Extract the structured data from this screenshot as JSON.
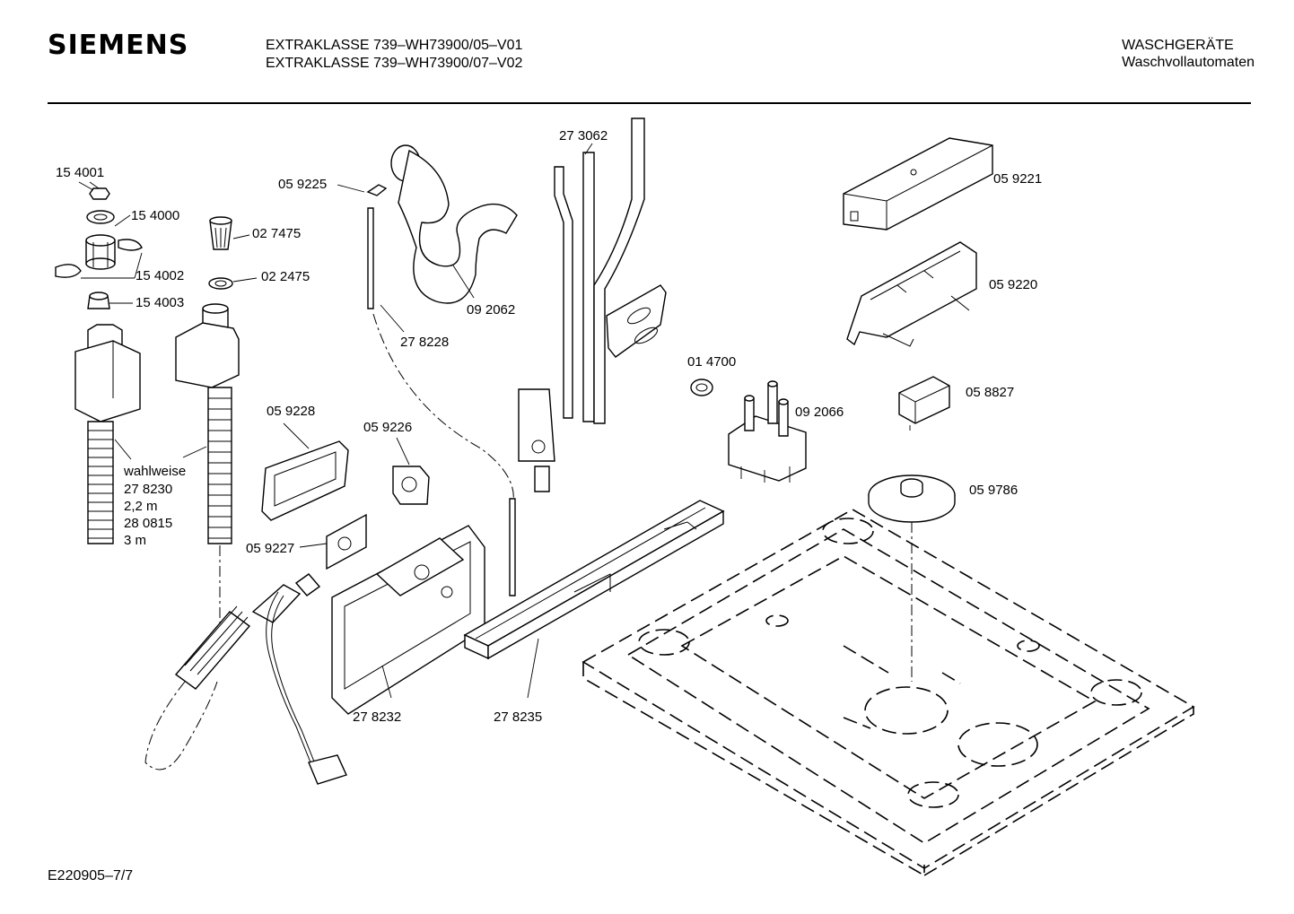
{
  "header": {
    "brand": "SIEMENS",
    "model_line1": "EXTRAKLASSE 739–WH73900/05–V01",
    "model_line2": "EXTRAKLASSE 739–WH73900/07–V02",
    "category_line1": "WASCHGERÄTE",
    "category_line2": "Waschvollautomaten"
  },
  "footer": {
    "code": "E220905–7/7"
  },
  "parts": [
    {
      "id": "p154001",
      "label": "15 4001"
    },
    {
      "id": "p154000",
      "label": "15 4000"
    },
    {
      "id": "p154002",
      "label": "15 4002"
    },
    {
      "id": "p154003",
      "label": "15 4003"
    },
    {
      "id": "p027475",
      "label": "02 7475"
    },
    {
      "id": "p022475",
      "label": "02 2475"
    },
    {
      "id": "p059225",
      "label": "05 9225"
    },
    {
      "id": "p278228",
      "label": "27 8228"
    },
    {
      "id": "p092062",
      "label": "09 2062"
    },
    {
      "id": "p273062",
      "label": "27 3062"
    },
    {
      "id": "p059221",
      "label": "05 9221"
    },
    {
      "id": "p059220",
      "label": "05 9220"
    },
    {
      "id": "p014700",
      "label": "01 4700"
    },
    {
      "id": "p092066",
      "label": "09 2066"
    },
    {
      "id": "p058827",
      "label": "05 8827"
    },
    {
      "id": "p059786",
      "label": "05 9786"
    },
    {
      "id": "p059228",
      "label": "05 9228"
    },
    {
      "id": "p059226",
      "label": "05 9226"
    },
    {
      "id": "p059227",
      "label": "05 9227"
    },
    {
      "id": "p278232",
      "label": "27 8232"
    },
    {
      "id": "p278235",
      "label": "27 8235"
    }
  ],
  "hose_note": [
    "wahlweise",
    "27 8230",
    "2,2 m",
    "28 0815",
    "3 m"
  ]
}
